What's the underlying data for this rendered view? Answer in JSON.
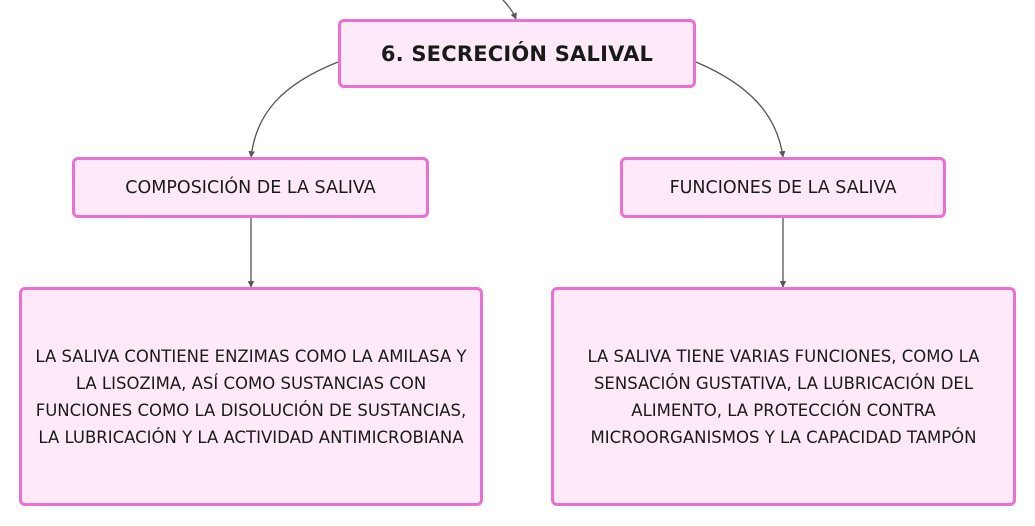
{
  "title": "6. SECRECIÓN SALIVAL",
  "branches": [
    {
      "label": "COMPOSICIÓN DE LA SALIVA",
      "detail": "LA SALIVA CONTIENE ENZIMAS COMO LA AMILASA Y LA LISOZIMA, ASÍ COMO SUSTANCIAS CON FUNCIONES COMO LA DISOLUCIÓN DE SUSTANCIAS, LA LUBRICACIÓN Y LA ACTIVIDAD ANTIMICROBIANA"
    },
    {
      "label": "FUNCIONES DE LA SALIVA",
      "detail": "LA SALIVA TIENE VARIAS FUNCIONES, COMO LA SENSACIÓN GUSTATIVA, LA LUBRICACIÓN DEL ALIMENTO, LA PROTECCIÓN CONTRA MICROORGANISMOS Y LA CAPACIDAD TAMPÓN"
    }
  ],
  "colors": {
    "node_fill": "#fde9f7",
    "node_border": "#ea70d2",
    "connector": "#555555"
  }
}
